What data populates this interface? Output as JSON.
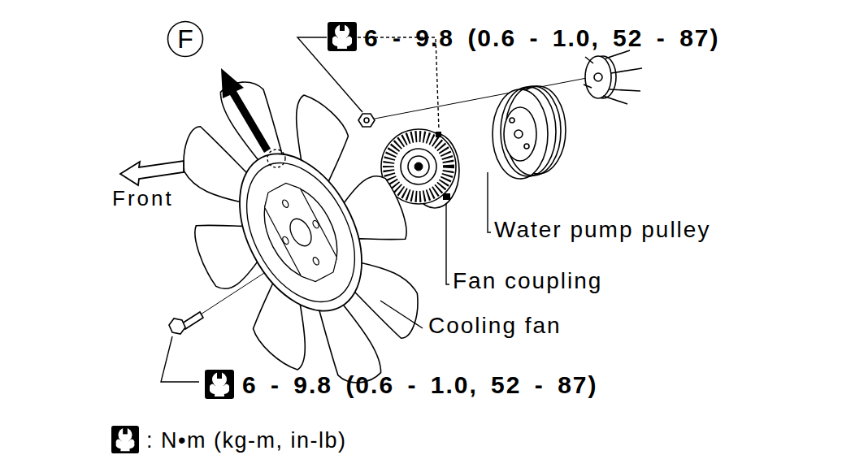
{
  "diagram": {
    "nodes": [
      {
        "text": [
          "F"
        ]
      }
    ],
    "labels": [
      "6 - 9.8 (0.6 - 1.0, 52 - 87)",
      "Front",
      "Water pump pulley",
      "Fan coupling",
      "Cooling fan",
      "6 - 9.8 (0.6 - 1.0, 52 - 87)",
      ": N•m (kg-m, in-lb)"
    ]
  }
}
